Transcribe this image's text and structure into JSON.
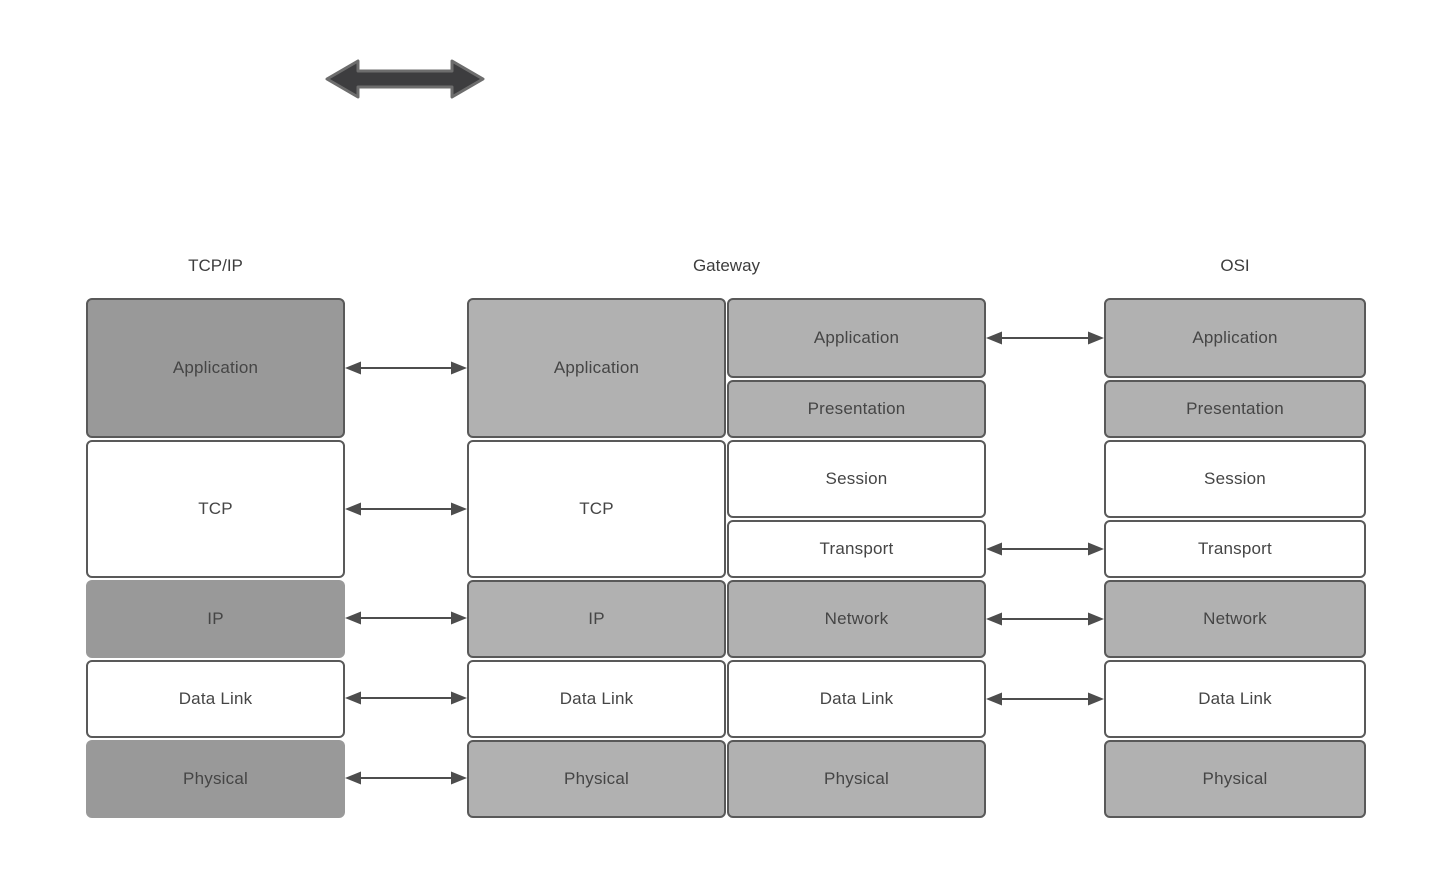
{
  "palette": {
    "dark_gray_fill": "#999999",
    "light_gray_fill": "#b1b1b1",
    "white_fill": "#ffffff",
    "box_border": "#595959",
    "box_text": "#454545",
    "header_text": "#3d3d3d",
    "arrow_color": "#4d4d4d",
    "thick_arrow_fill": "#3d3d3f",
    "thick_arrow_stroke": "#6d6d6d",
    "background": "#ffffff"
  },
  "icons": {
    "thick_double_arrow": "double-headed-horizontal-arrow"
  },
  "headers": [
    {
      "label": "TCP/IP"
    },
    {
      "label": "Gateway"
    },
    {
      "label": "OSI"
    }
  ],
  "stacks": [
    {
      "name": "tcpip",
      "rows": [
        {
          "label": "Application",
          "tone": "dark",
          "border": true
        },
        {
          "label": "TCP",
          "tone": "white",
          "border": true
        },
        {
          "label": "IP",
          "tone": "dark",
          "border": false
        },
        {
          "label": "Data Link",
          "tone": "white",
          "border": true
        },
        {
          "label": "Physical",
          "tone": "dark",
          "border": false
        }
      ]
    },
    {
      "name": "gateway-tcpip-side",
      "rows": [
        {
          "label": "Application",
          "tone": "light",
          "border": true
        },
        {
          "label": "TCP",
          "tone": "white",
          "border": true
        },
        {
          "label": "IP",
          "tone": "light",
          "border": true
        },
        {
          "label": "Data Link",
          "tone": "white",
          "border": true
        },
        {
          "label": "Physical",
          "tone": "light",
          "border": true
        }
      ]
    },
    {
      "name": "gateway-osi-side",
      "rows": [
        {
          "label": "Application",
          "tone": "light",
          "border": true
        },
        {
          "label": "Presentation",
          "tone": "light",
          "border": true
        },
        {
          "label": "Session",
          "tone": "white",
          "border": true
        },
        {
          "label": "Transport",
          "tone": "white",
          "border": true
        },
        {
          "label": "Network",
          "tone": "light",
          "border": true
        },
        {
          "label": "Data Link",
          "tone": "white",
          "border": true
        },
        {
          "label": "Physical",
          "tone": "light",
          "border": true
        }
      ]
    },
    {
      "name": "osi",
      "rows": [
        {
          "label": "Application",
          "tone": "light",
          "border": true
        },
        {
          "label": "Presentation",
          "tone": "light",
          "border": true
        },
        {
          "label": "Session",
          "tone": "white",
          "border": true
        },
        {
          "label": "Transport",
          "tone": "white",
          "border": true
        },
        {
          "label": "Network",
          "tone": "light",
          "border": true
        },
        {
          "label": "Data Link",
          "tone": "white",
          "border": true
        },
        {
          "label": "Physical",
          "tone": "light",
          "border": true
        }
      ]
    }
  ],
  "links": {
    "tcpip_to_gateway_layers": [
      "Application",
      "TCP",
      "IP",
      "Data Link",
      "Physical"
    ],
    "gateway_to_osi_layers": [
      "Application",
      "Transport",
      "Network",
      "Data Link"
    ]
  }
}
